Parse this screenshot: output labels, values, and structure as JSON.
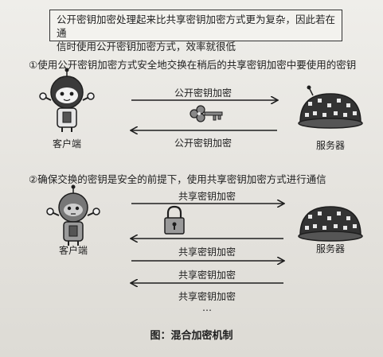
{
  "note": {
    "line1": "公开密钥加密处理起来比共享密钥加密方式更为复杂，因此若在通",
    "line2": "信时使用公开密钥加密方式，效率就很低"
  },
  "step1": {
    "title": "①使用公开密钥加密方式安全地交换在稍后的共享密钥加密中要使用的密钥",
    "arrow_top_label": "公开密钥加密",
    "arrow_bottom_label": "公开密钥加密",
    "client_label": "客户端",
    "server_label": "服务器"
  },
  "step2": {
    "title": "②确保交换的密钥是安全的前提下，使用共享密钥加密方式进行通信",
    "arrow_labels": [
      "共享密钥加密",
      "共享密钥加密",
      "共享密钥加密",
      "共享密钥加密"
    ],
    "ellipsis": "…",
    "client_label": "客户端",
    "server_label": "服务器"
  },
  "caption": "图：混合加密机制",
  "colors": {
    "ink": "#1e1e1e",
    "robot_head": "#3a3a3a",
    "server_dots": "#e8e8e8"
  },
  "icons": [
    "robot-client-icon",
    "server-dome-icon",
    "key-icon",
    "padlock-icon"
  ]
}
